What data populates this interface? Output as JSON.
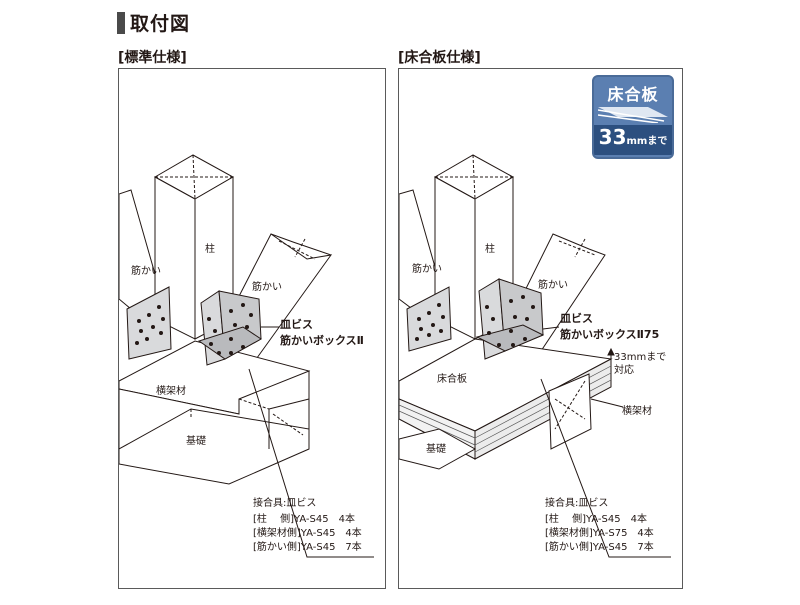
{
  "header": {
    "title": "取付図"
  },
  "panels": {
    "standard": {
      "label": "[標準仕様]",
      "labels": {
        "column": "柱",
        "brace_left": "筋かい",
        "brace_right": "筋かい",
        "beam": "横架材",
        "foundation": "基礎"
      },
      "product": {
        "screw": "皿ビス",
        "name": "筋かいボックスⅡ"
      },
      "spec": {
        "joint": "接合具:皿ビス",
        "rows": [
          "[柱　 側]YA-S45　4本",
          "[横架材側]YA-S45　4本",
          "[筋かい側]YA-S45　7本"
        ]
      }
    },
    "floorboard": {
      "label": "[床合板仕様]",
      "badge": {
        "top": "床合板",
        "num": "33",
        "unit": "mmまで"
      },
      "labels": {
        "column": "柱",
        "brace_left": "筋かい",
        "brace_right": "筋かい",
        "plywood": "床合板",
        "beam": "横架材",
        "foundation": "基礎",
        "thickness_1": "33mmまで",
        "thickness_2": "対応"
      },
      "product": {
        "screw": "皿ビス",
        "name": "筋かいボックスⅡ75"
      },
      "spec": {
        "joint": "接合具:皿ビス",
        "rows": [
          "[柱　 側]YA-S45　4本",
          "[横架材側]YA-S75　4本",
          "[筋かい側]YA-S45　7本"
        ]
      }
    }
  }
}
